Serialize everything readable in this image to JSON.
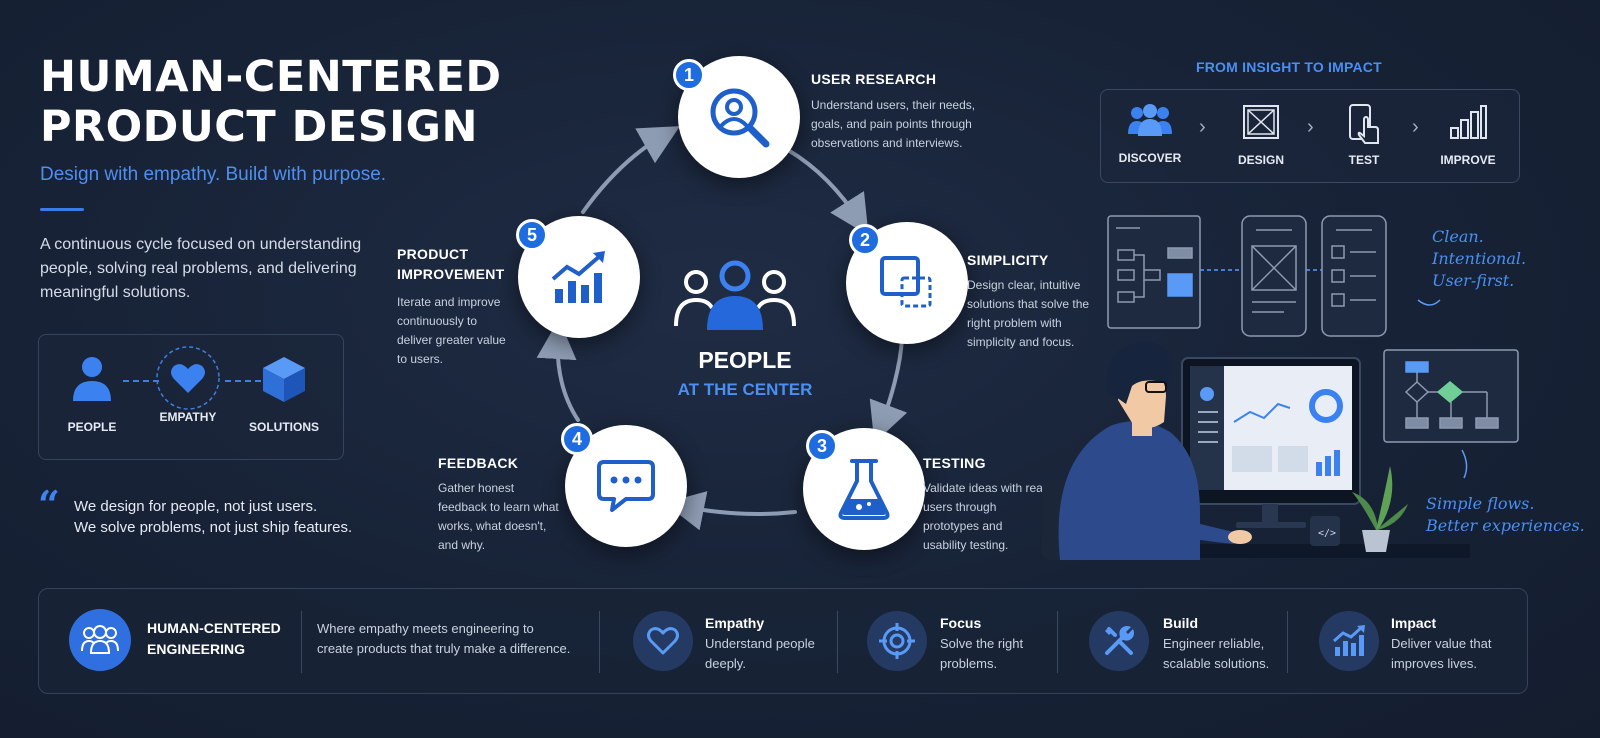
{
  "header": {
    "title_line1": "HUMAN-CENTERED",
    "title_line2": "PRODUCT DESIGN",
    "tagline": "Design with empathy. Build with purpose.",
    "intro": "A continuous cycle focused on understanding people, solving real problems, and delivering meaningful solutions."
  },
  "values": [
    {
      "label": "PEOPLE",
      "icon": "person-icon"
    },
    {
      "label": "EMPATHY",
      "icon": "heart-icon"
    },
    {
      "label": "SOLUTIONS",
      "icon": "cube-icon"
    }
  ],
  "quote": {
    "line1": "We design for people, not just users.",
    "line2": "We solve problems, not just ship features."
  },
  "center": {
    "title": "PEOPLE",
    "subtitle": "AT THE CENTER"
  },
  "steps": [
    {
      "number": "1",
      "title": "USER RESEARCH",
      "description": "Understand users, their needs, goals, and pain points through observations and interviews.",
      "icon": "magnifier-user-icon"
    },
    {
      "number": "2",
      "title": "SIMPLICITY",
      "description": "Design clear, intuitive solutions that solve the right problem with simplicity and focus.",
      "icon": "overlapping-squares-icon"
    },
    {
      "number": "3",
      "title": "TESTING",
      "description": "Validate ideas with real users through prototypes and usability testing.",
      "icon": "flask-icon"
    },
    {
      "number": "4",
      "title": "FEEDBACK",
      "description": "Gather honest feedback to learn what works, what doesn't, and why.",
      "icon": "chat-bubble-icon"
    },
    {
      "number": "5",
      "title_line1": "PRODUCT",
      "title_line2": "IMPROVEMENT",
      "description": "Iterate and improve continuously to deliver greater value to users.",
      "icon": "growth-chart-icon"
    }
  ],
  "flow": {
    "title": "FROM INSIGHT TO IMPACT",
    "items": [
      {
        "label": "DISCOVER",
        "icon": "people-group-icon"
      },
      {
        "label": "DESIGN",
        "icon": "wireframe-icon"
      },
      {
        "label": "TEST",
        "icon": "phone-tap-icon"
      },
      {
        "label": "IMPROVE",
        "icon": "bar-chart-icon"
      }
    ]
  },
  "notes": {
    "top_line1": "Clean.",
    "top_line2": "Intentional.",
    "top_line3": "User-first.",
    "bottom_line1": "Simple flows.",
    "bottom_line2": "Better experiences."
  },
  "bottom": {
    "brand_line1": "HUMAN-CENTERED",
    "brand_line2": "ENGINEERING",
    "brand_desc_line1": "Where empathy meets engineering to",
    "brand_desc_line2": "create products that truly make a difference.",
    "pillars": [
      {
        "title": "Empathy",
        "desc_line1": "Understand people",
        "desc_line2": "deeply.",
        "icon": "heart-icon"
      },
      {
        "title": "Focus",
        "desc_line1": "Solve the right",
        "desc_line2": "problems.",
        "icon": "target-icon"
      },
      {
        "title": "Build",
        "desc_line1": "Engineer reliable,",
        "desc_line2": "scalable solutions.",
        "icon": "tools-icon"
      },
      {
        "title": "Impact",
        "desc_line1": "Deliver value that",
        "desc_line2": "improves lives.",
        "icon": "growth-chart-icon"
      }
    ]
  },
  "colors": {
    "background": "#172236",
    "accent": "#1f6be0",
    "accent_light": "#4a8ff2",
    "text": "#ffffff"
  }
}
